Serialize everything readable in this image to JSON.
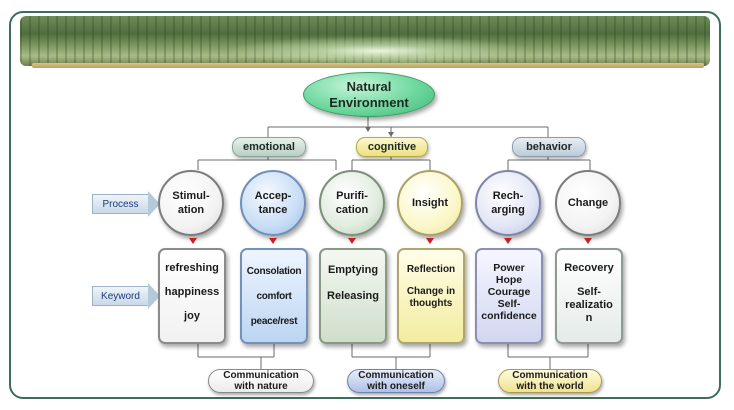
{
  "root": {
    "line1": "Natural",
    "line2": "Environment"
  },
  "categories": {
    "emotional": "emotional",
    "cognitive": "cognitive",
    "behavior": "behavior"
  },
  "side_labels": {
    "process": "Process",
    "keyword": "Keyword"
  },
  "processes": [
    {
      "lines": [
        "Stimul-",
        "ation"
      ]
    },
    {
      "lines": [
        "Accep-",
        "tance"
      ]
    },
    {
      "lines": [
        "Purifi-",
        "cation"
      ]
    },
    {
      "lines": [
        "Insight"
      ]
    },
    {
      "lines": [
        "Rech-",
        "arging"
      ]
    },
    {
      "lines": [
        "Change"
      ]
    }
  ],
  "keywords": [
    {
      "lines": [
        "refreshing",
        "happiness",
        "joy"
      ]
    },
    {
      "lines": [
        "Consolation",
        "comfort",
        "peace/rest"
      ]
    },
    {
      "lines": [
        "Emptying",
        "Releasing"
      ]
    },
    {
      "lines": [
        "Reflection",
        "Change in",
        "thoughts"
      ]
    },
    {
      "lines": [
        "Power",
        "Hope",
        "Courage",
        "Self-",
        "confidence"
      ]
    },
    {
      "lines": [
        "Recovery",
        "Self-",
        "realizatio",
        "n"
      ]
    }
  ],
  "communication": {
    "nature": {
      "line1": "Communication",
      "line2": "with nature"
    },
    "oneself": {
      "line1": "Communication",
      "line2": "with oneself"
    },
    "world": {
      "line1": "Communication",
      "line2": "with the world"
    }
  },
  "colors": {
    "frame": "#3e6e5a",
    "root_fill": "#6ed89e",
    "arrow_red": "#c8201c"
  }
}
